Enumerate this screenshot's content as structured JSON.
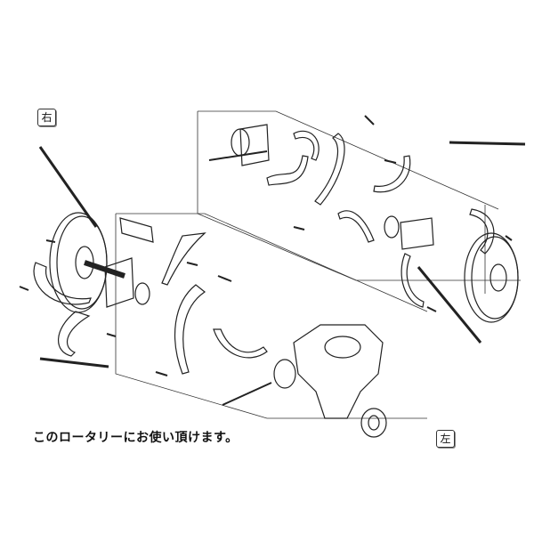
{
  "labels": {
    "right_side": "右",
    "left_side": "左"
  },
  "caption": "このロータリーにお使い頂けます。"
}
